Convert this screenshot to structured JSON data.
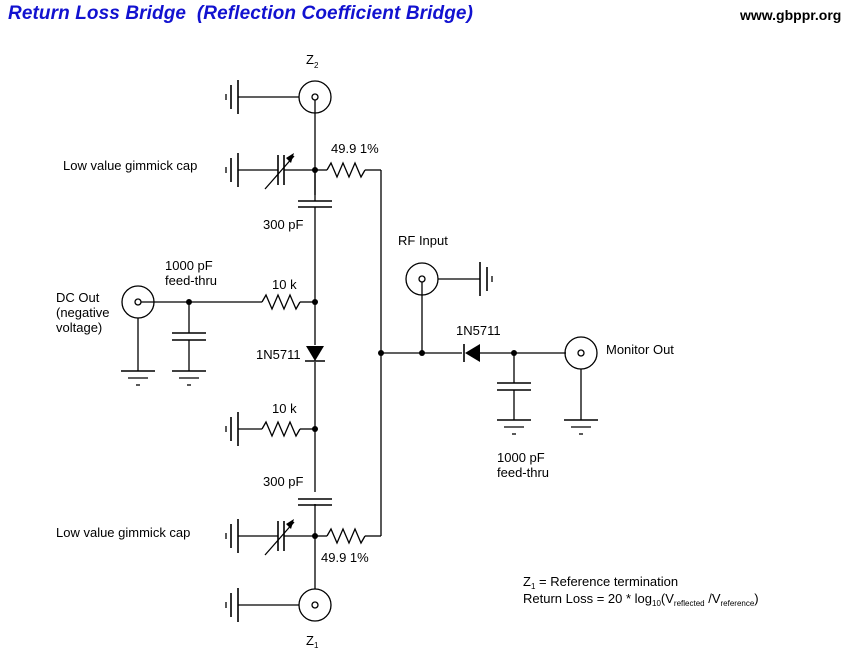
{
  "header": {
    "title": "Return Loss Bridge  (Reflection Coefficient Bridge)",
    "website": "www.gbppr.org",
    "title_color": "#1212d0"
  },
  "connectors": {
    "z2": {
      "label": "Z",
      "sub": "2"
    },
    "z1": {
      "label": "Z",
      "sub": "1"
    },
    "dc_out": {
      "lines": [
        "DC Out",
        "(negative",
        "voltage)"
      ]
    },
    "rf_input": {
      "label": "RF Input"
    },
    "monitor_out": {
      "label": "Monitor Out"
    }
  },
  "components": {
    "gimmick_cap_top": "Low value gimmick cap",
    "gimmick_cap_bottom": "Low value gimmick cap",
    "resistor_top": "49.9 1%",
    "resistor_bottom": "49.9 1%",
    "cap_top": "300 pF",
    "cap_bottom": "300 pF",
    "feedthru_left": [
      "1000 pF",
      "feed-thru"
    ],
    "feedthru_right": [
      "1000 pF",
      "feed-thru"
    ],
    "resistor_dc": "10 k",
    "resistor_lower": "10 k",
    "diode_center": "1N5711",
    "diode_right": "1N5711"
  },
  "notes": {
    "line1_z": "Z",
    "line1_sub": "1",
    "line1_text": " = Reference termination",
    "line2_prefix": "Return Loss = 20 * log",
    "line2_log_sub": "10",
    "line2_open": "(V",
    "line2_sub1": "reflected",
    "line2_mid": " /V",
    "line2_sub2": "reference",
    "line2_close": ")"
  }
}
